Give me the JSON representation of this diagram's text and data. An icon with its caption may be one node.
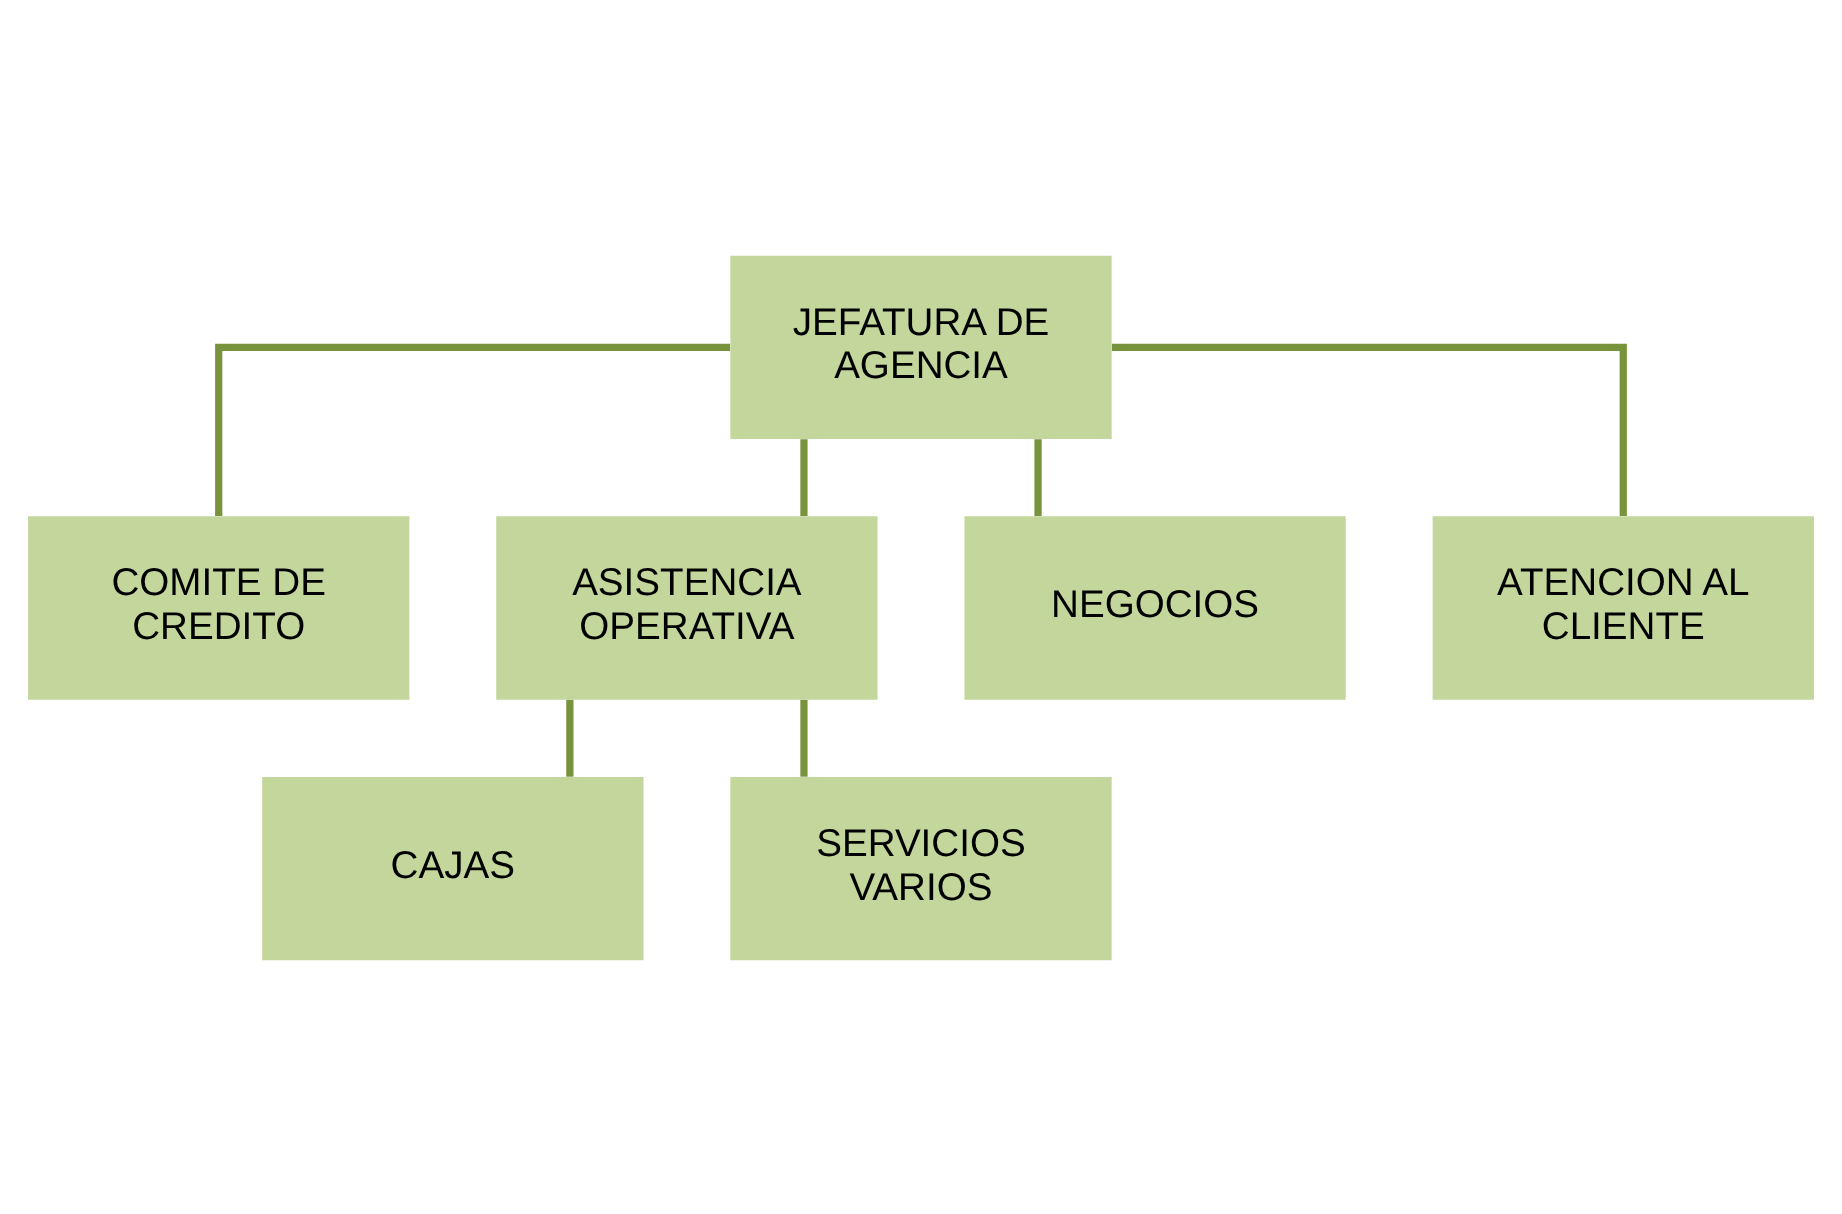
{
  "diagram": {
    "nodes": [
      {
        "text": [
          "JEFATURA DE AGENCIA"
        ]
      },
      {
        "text": [
          "COMITE DE CREDITO"
        ]
      },
      {
        "text": [
          "ASISTENCIA OPERATIVA"
        ]
      },
      {
        "text": [
          "NEGOCIOS"
        ]
      },
      {
        "text": [
          "ATENCION AL CLIENTE"
        ]
      },
      {
        "text": [
          "CAJAS"
        ]
      },
      {
        "text": [
          "SERVICIOS VARIOS"
        ]
      }
    ],
    "edges": [
      {
        "from": 0,
        "to": 1,
        "arrow": "none"
      },
      {
        "from": 0,
        "to": 2,
        "arrow": "none"
      },
      {
        "from": 0,
        "to": 3,
        "arrow": "none"
      },
      {
        "from": 0,
        "to": 4,
        "arrow": "none"
      },
      {
        "from": 2,
        "to": 5,
        "arrow": "none"
      },
      {
        "from": 2,
        "to": 6,
        "arrow": "none"
      }
    ]
  }
}
